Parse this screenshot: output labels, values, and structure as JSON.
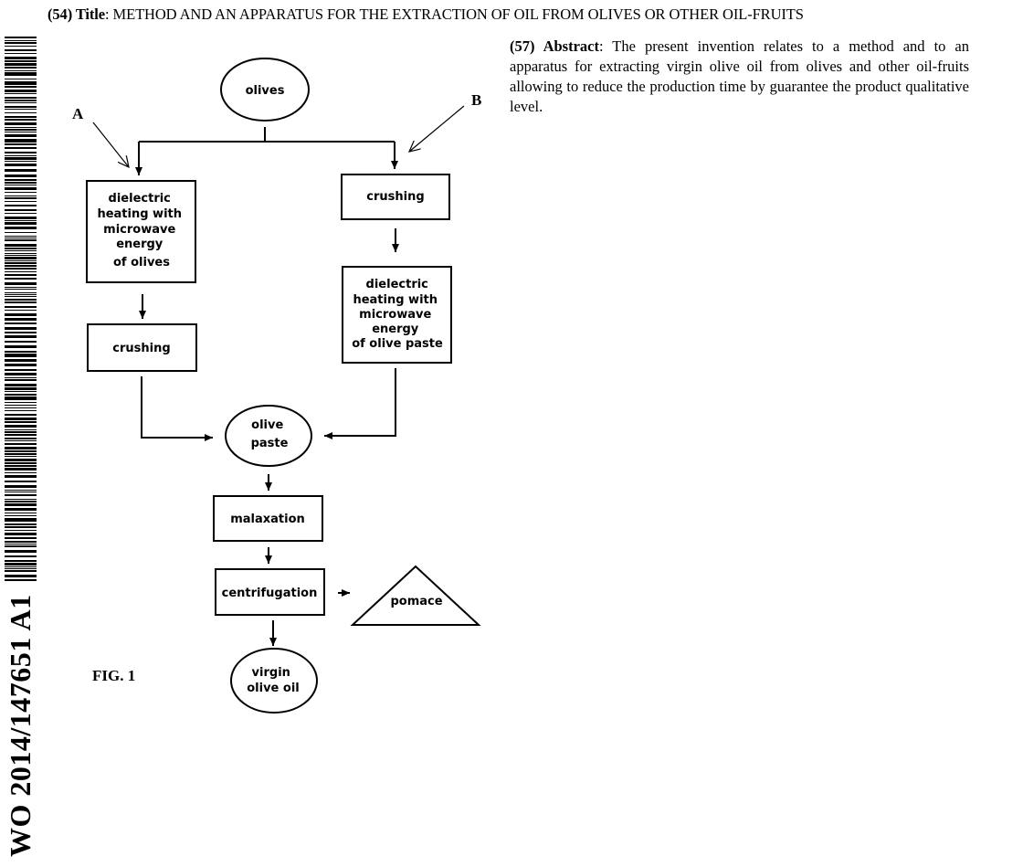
{
  "header": {
    "title_prefix": "(54) Title",
    "title_text": ": METHOD AND AN APPARATUS FOR THE EXTRACTION OF OIL FROM OLIVES OR OTHER OIL-FRUITS"
  },
  "abstract": {
    "prefix": "(57) Abstract",
    "text": ": The present invention relates to a method and to an apparatus for extracting virgin olive oil from olives and other oil-fruits allowing to reduce the production time by guarantee the product qualitative level."
  },
  "publication_number": "WO 2014/147651 A1",
  "figure": {
    "caption": "FIG. 1",
    "label_a": "A",
    "label_b": "B",
    "nodes": {
      "olives": "olives",
      "heating_a": [
        "dielectric",
        "heating with",
        "microwave",
        "energy",
        "of olives"
      ],
      "crushing_a": "crushing",
      "crushing_b": "crushing",
      "heating_b": [
        "dielectric",
        "heating with",
        "microwave",
        "energy",
        "of olive paste"
      ],
      "olive_paste": [
        "olive",
        "paste"
      ],
      "malaxation": "malaxation",
      "centrifugation": "centrifugation",
      "pomace": "pomace",
      "virgin_olive_oil": [
        "virgin",
        "olive oil"
      ]
    }
  }
}
